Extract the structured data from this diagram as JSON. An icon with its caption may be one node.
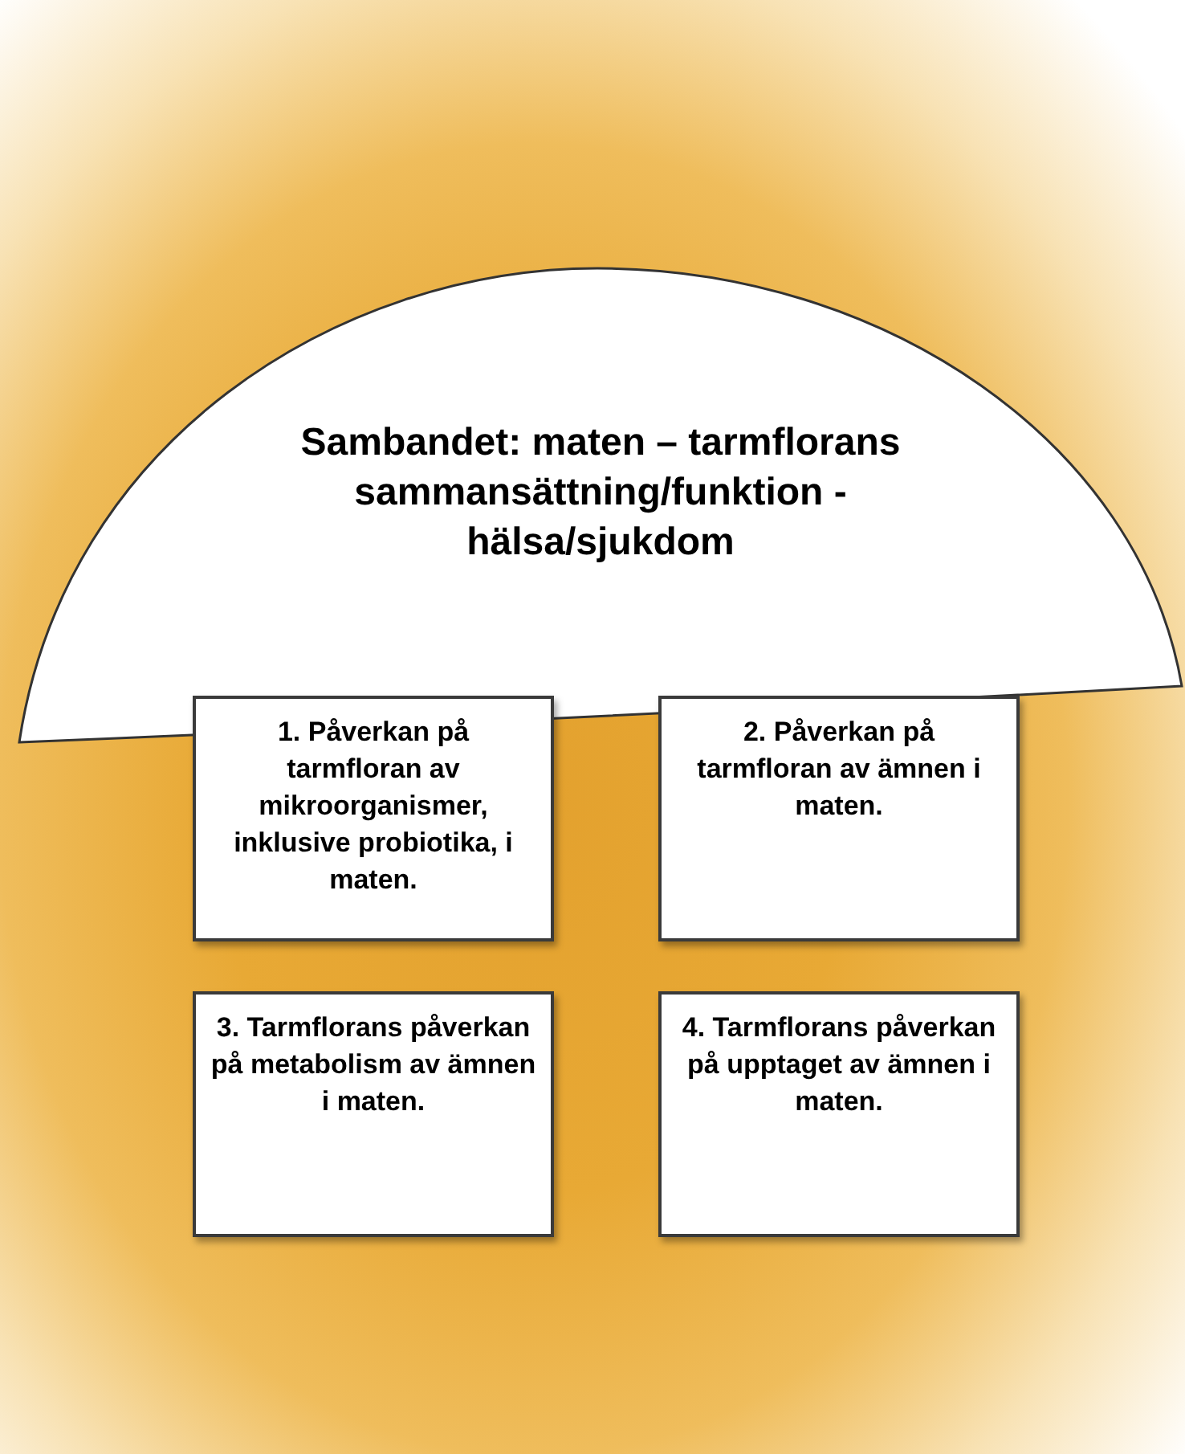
{
  "diagram": {
    "nodes": [
      {
        "text": [
          "Sambandet: maten – tarmflorans sammansättning/funktion - hälsa/sjukdom"
        ]
      },
      {
        "text": [
          "1. Påverkan på tarmfloran av mikroorganismer, inklusive probiotika, i maten."
        ]
      },
      {
        "text": [
          "2. Påverkan på tarmfloran av ämnen i maten."
        ]
      },
      {
        "text": [
          "3. Tarmflorans påverkan på metabolism av ämnen i maten."
        ]
      },
      {
        "text": [
          "4. Tarmflorans påverkan på upptaget av ämnen i maten."
        ]
      }
    ]
  }
}
